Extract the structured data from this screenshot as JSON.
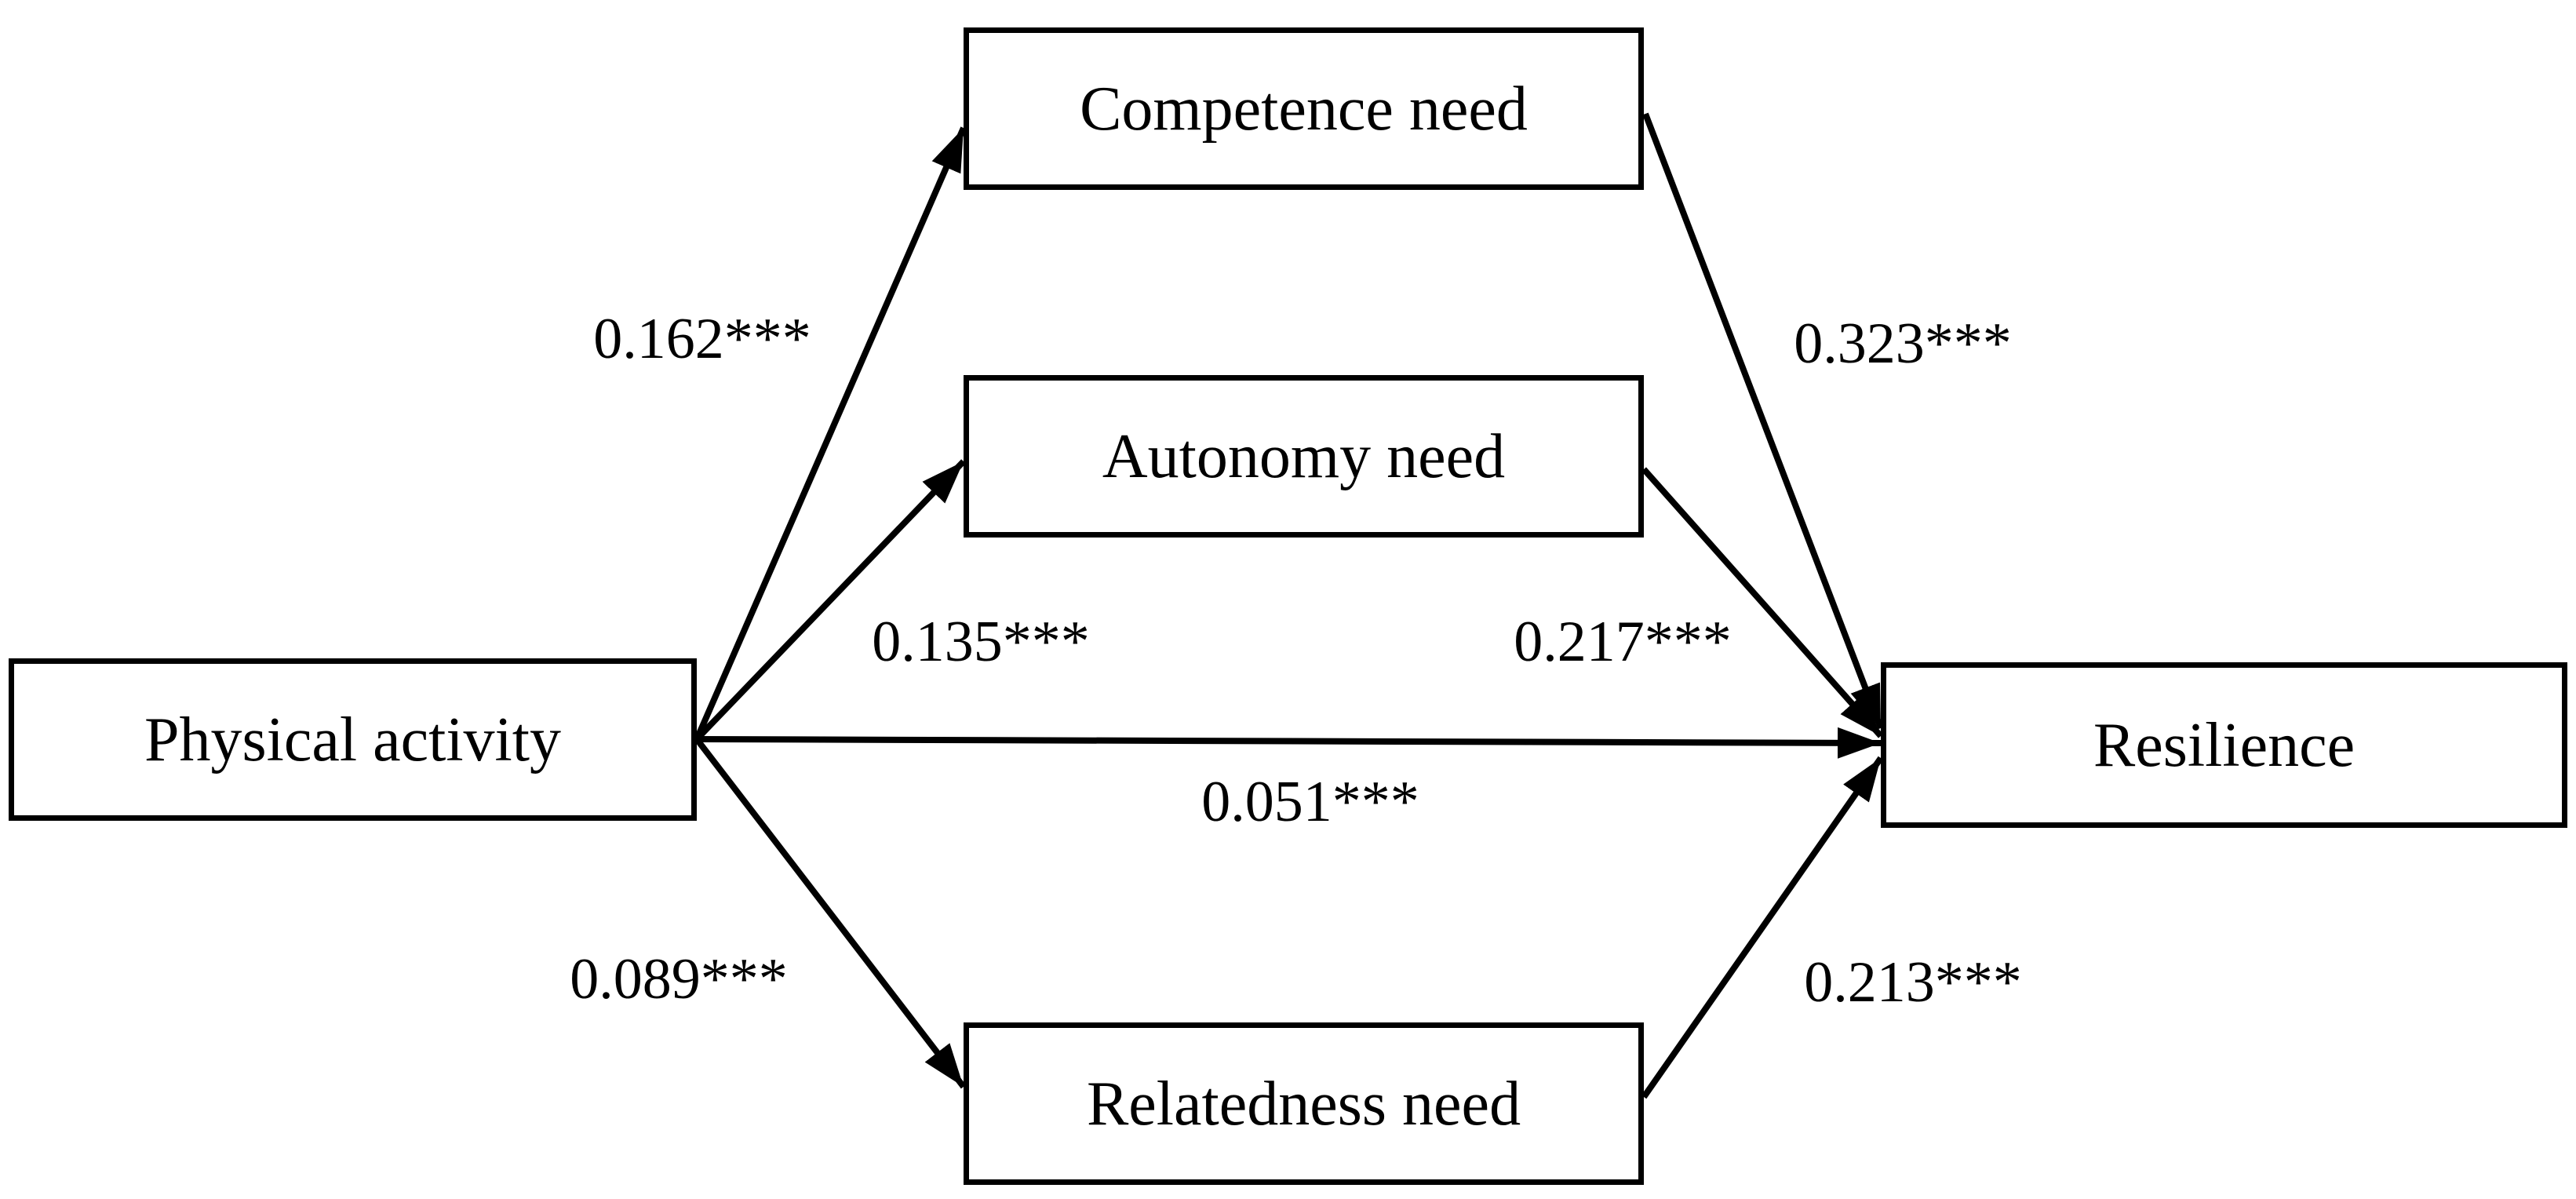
{
  "diagram": {
    "title": "Physical activity, basic psychological needs and resilience path model",
    "nodes": [
      {
        "id": "physical-activity",
        "label": "Physical activity",
        "role": "predictor"
      },
      {
        "id": "competence-need",
        "label": "Competence need",
        "role": "mediator"
      },
      {
        "id": "autonomy-need",
        "label": "Autonomy need",
        "role": "mediator"
      },
      {
        "id": "relatedness-need",
        "label": "Relatedness need",
        "role": "mediator"
      },
      {
        "id": "resilience",
        "label": "Resilience",
        "role": "outcome"
      }
    ],
    "edges": [
      {
        "from": "physical-activity",
        "to": "competence-need",
        "label": "0.162***",
        "coefficient": 0.162,
        "significance": "***"
      },
      {
        "from": "physical-activity",
        "to": "autonomy-need",
        "label": "0.135***",
        "coefficient": 0.135,
        "significance": "***"
      },
      {
        "from": "physical-activity",
        "to": "relatedness-need",
        "label": "0.089***",
        "coefficient": 0.089,
        "significance": "***"
      },
      {
        "from": "physical-activity",
        "to": "resilience",
        "label": "0.051***",
        "coefficient": 0.051,
        "significance": "***"
      },
      {
        "from": "competence-need",
        "to": "resilience",
        "label": "0.323***",
        "coefficient": 0.323,
        "significance": "***"
      },
      {
        "from": "autonomy-need",
        "to": "resilience",
        "label": "0.217***",
        "coefficient": 0.217,
        "significance": "***"
      },
      {
        "from": "relatedness-need",
        "to": "resilience",
        "label": "0.213***",
        "coefficient": 0.213,
        "significance": "***"
      }
    ],
    "colors": {
      "background": "#ffffff",
      "box_fill": "#ffffff",
      "box_border": "#000000",
      "line": "#000000",
      "text": "#000000"
    }
  }
}
